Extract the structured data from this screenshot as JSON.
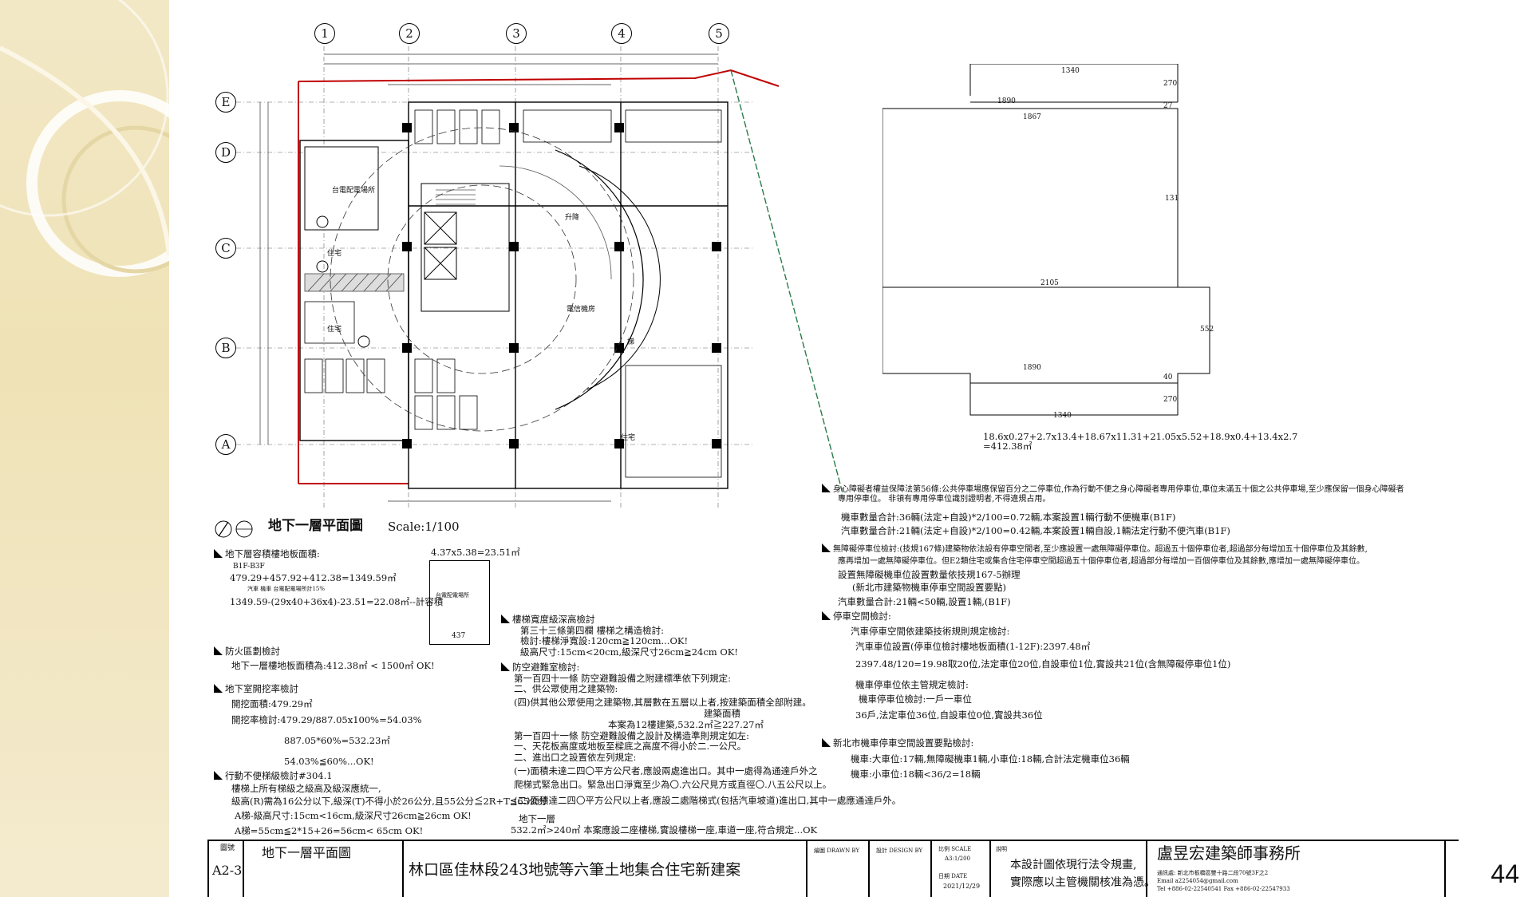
{
  "grid": {
    "columns": [
      "1",
      "2",
      "3",
      "4",
      "5"
    ],
    "rows": [
      "E",
      "D",
      "C",
      "B",
      "A"
    ]
  },
  "plan": {
    "title": "地下一層平面圖",
    "scale": "Scale:1/100",
    "room_labels": [
      "台電配電場所",
      "電信機房",
      "升降",
      "梯",
      "住宅",
      "住宅",
      "住宅"
    ],
    "dims": [
      "1340",
      "1890",
      "1867",
      "131",
      "2105",
      "552",
      "1890",
      "1340",
      "270",
      "270",
      "40",
      "27"
    ],
    "area_formula_line1": "18.6x0.27+2.7x13.4+18.67x11.31+21.05x5.52+18.9x0.4+13.4x2.7",
    "area_formula_line2": "=412.38㎡"
  },
  "notes_left": {
    "n1_title": "地下層容積樓地板面積:",
    "n1_a": "B1F-B3F",
    "n1_b": "479.29+457.92+412.38=1349.59㎡",
    "n1_c_small": "汽車    機車    台電配電場所計15%",
    "n1_d": "1349.59-(29x40+36x4)-23.51=22.08㎡--計容積",
    "box_formula": "4.37x5.38=23.51㎡",
    "box_label": "台電配電場所",
    "box_num": "437",
    "n2_title": "防火區劃檢討",
    "n2_a": "地下一層樓地板面積為:412.38㎡ < 1500㎡ OK!",
    "n3_title": "地下室開挖率檢討",
    "n3_a": "開挖面積:479.29㎡",
    "n3_b": "開挖率檢討:479.29/887.05x100%=54.03%",
    "n3_c": "887.05*60%=532.23㎡",
    "n3_d": "54.03%≦60%...OK!",
    "n4_title": "行動不便梯級檢討#304.1",
    "n4_a": "樓梯上所有梯級之級高及級深應統一,",
    "n4_b": "級高(R)需為16公分以下,級深(T)不得小於26公分,且55公分≦2R+T≦65公分",
    "n4_c": "A梯-級高尺寸:15cm<16cm,級深尺寸26cm≧26cm OK!",
    "n4_d": "A梯=55cm≦2*15+26=56cm< 65cm OK!"
  },
  "notes_middle": {
    "m1_title": "樓梯寬度級深高檢討",
    "m1_a": "第三十三條第四欄 樓梯之構造檢討:",
    "m1_b": "檢討:樓梯淨寬設:120cm≧120cm...OK!",
    "m1_c": "級高尺寸:15cm<20cm,級深尺寸26cm≧24cm OK!",
    "m2_title": "防空避難室檢討:",
    "m2_a": "第一百四十一條 防空避難設備之附建標準依下列規定:",
    "m2_b": "二、供公眾使用之建築物:",
    "m2_c": "(四)供其他公眾使用之建築物,其層數在五層以上者,按建築面積全部附建。",
    "m2_d": "建築面積",
    "m2_e": "本案為12樓建築,532.2㎡≧227.27㎡",
    "m2_f": "第一百四十一條 防空避難設備之設計及構造準則規定如左:",
    "m2_g": "一、天花板高度或地板至樑底之高度不得小於二.一公尺。",
    "m2_h": "二、進出口之設置依左列規定:",
    "m2_i": "(一)面積未達二四〇平方公尺者,應設兩處進出口。其中一處得為通達戶外之",
    "m2_j": "爬梯式緊急出口。緊急出口淨寬至少為〇.六公尺見方或直徑〇.八五公尺以上。",
    "m2_k": "(二)面積達二四〇平方公尺以上者,應設二處階梯式(包括汽車坡道)進出口,其中一處應通達戶外。",
    "m2_l": "地下一層",
    "m2_m": "532.2㎡>240㎡ 本案應設二座樓梯,實設樓梯一座,車道一座,符合規定...OK"
  },
  "notes_right": {
    "r1_a": "身心障礙者權益保障法第56條:公共停車場應保留百分之二停車位,作為行動不便之身心障礙者專用停車位,車位未滿五十個之公共停車場,至少應保留一個身心障礙者",
    "r1_b": "專用停車位。 非領有專用停車位識別證明者,不得違規占用。",
    "r1_c": "機車數量合計:36輛(法定+自設)*2/100=0.72輛,本案設置1輛行動不便機車(B1F)",
    "r1_d": "汽車數量合計:21輛(法定+自設)*2/100=0.42輛,本案設置1輛自設,1輛法定行動不便汽車(B1F)",
    "r2_a": "無障礙停車位檢討:(技規167條)建築物依法設有停車空間者,至少應設置一處無障礙停車位。超過五十個停車位者,超過部分每增加五十個停車位及其餘數,",
    "r2_b": "應再增加一處無障礙停車位。但E2類住宅或集合住宅停車空間超過五十個停車位者,超過部分每增加一百個停車位及其餘數,應增加一處無障礙停車位。",
    "r2_c": "設置無障礙機車位設置數量依技規167-5辦理",
    "r2_d": "(新北市建築物機車停車空間設置要點)",
    "r2_e": "汽車數量合計:21輛<50輛,設置1輛,(B1F)",
    "r3_title": "停車空間檢討:",
    "r3_a": "汽車停車空間依建築技術規則規定檢討:",
    "r3_b": "汽車車位設置(停車位檢討樓地板面積(1-12F):2397.48㎡",
    "r3_c": "2397.48/120=19.98取20位,法定車位20位,自設車位1位,實設共21位(含無障礙停車位1位)",
    "r3_d": "機車停車位依主管規定檢討:",
    "r3_e": "機車停車位檢討:一戶一車位",
    "r3_f": "36戶,法定車位36位,自設車位0位,實設共36位",
    "r4_title": "新北市機車停車空間設置要點檢討:",
    "r4_a": "機車:大車位:17輛,無障礙機車1輛,小車位:18輛,合計法定機車位36輛",
    "r4_b": "機車:小車位:18輛<36/2=18輛"
  },
  "title_block": {
    "drawing_no_label": "圖號",
    "drawing_no": "A2-3",
    "drawing_name": "地下一層平面圖",
    "project_name": "林口區佳林段243地號等六筆土地集合住宅新建案",
    "drawn_by": "繪圖 DRAWN BY",
    "design_by": "設計 DESIGN BY",
    "scale_label": "比例 SCALE",
    "scale_value": "A3:1/200",
    "date_label": "日期 DATE",
    "date_value": "2021/12/29",
    "note_label": "說明",
    "note_line1": "本設計圖依現行法令規畫,",
    "note_line2": "實際應以主管機關核准為憑。",
    "firm_name": "盧昱宏建築師事務所",
    "firm_addr": "通訊處: 新北市板橋區雙十路二段70號3F之2",
    "firm_email": "Email a2254054@gmail.com",
    "firm_tel": "Tel +886-02-22540541 Fax +886-02-22547933"
  },
  "page_number": "44"
}
